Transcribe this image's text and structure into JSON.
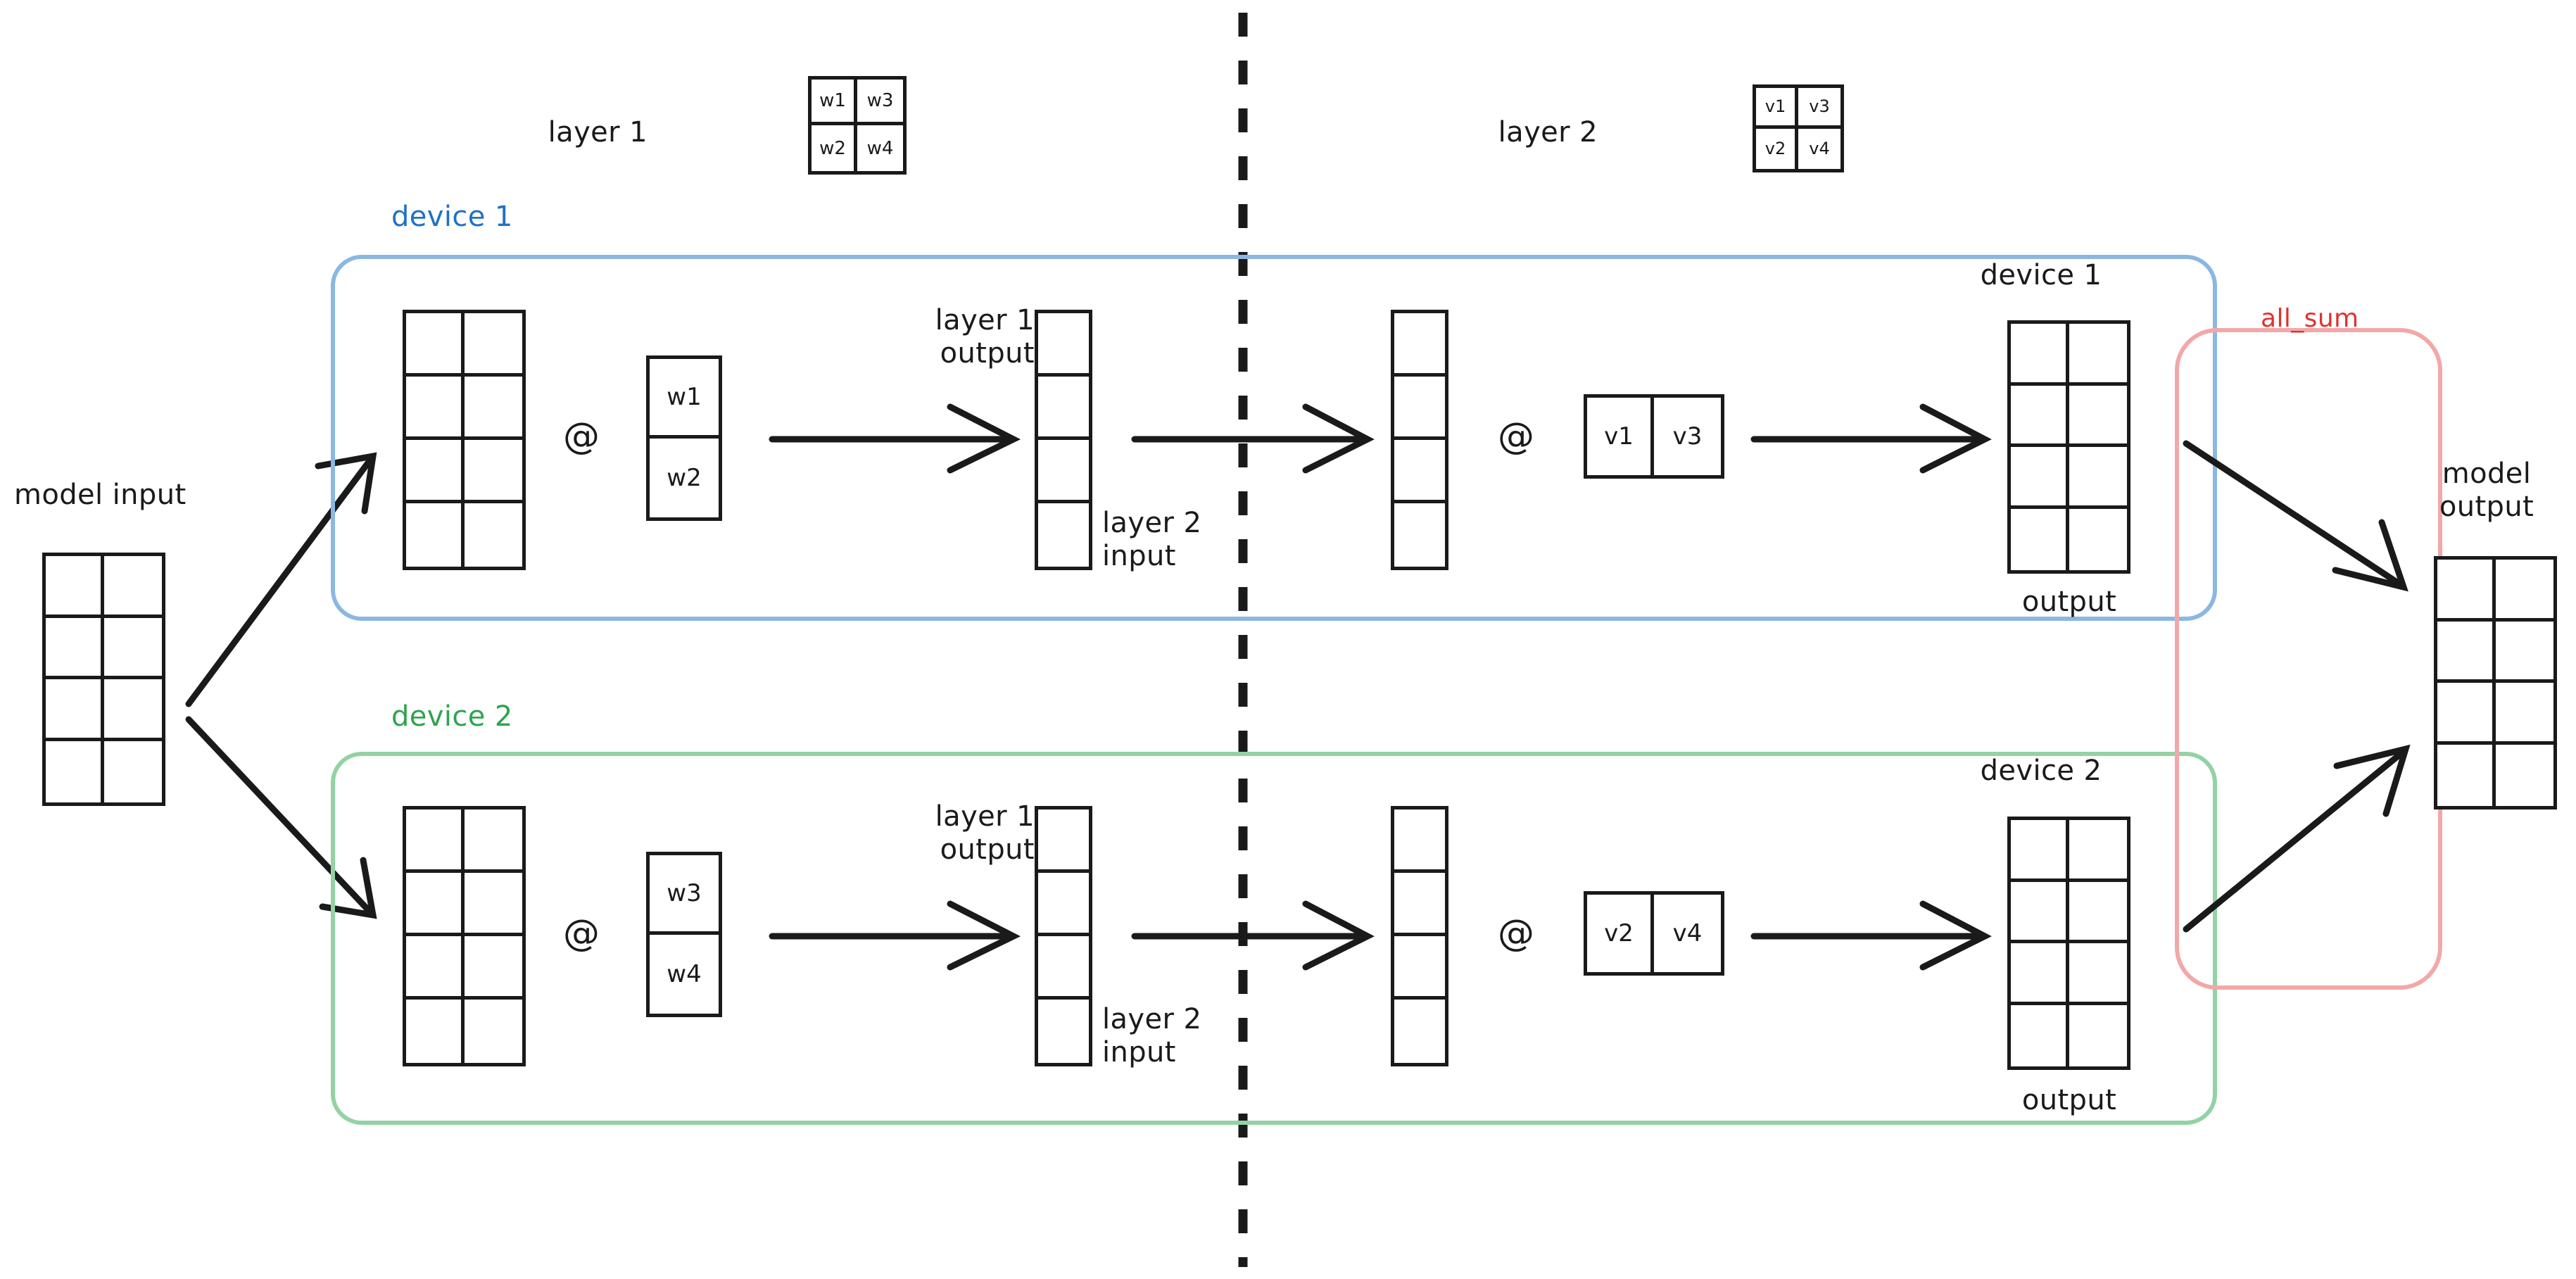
{
  "diagram": {
    "title": "tensor-parallel two-layer MLP across two devices",
    "colors": {
      "device1_label": "#1f72c4",
      "device1_border": "#8bb8e2",
      "device2_label": "#2ea44f",
      "device2_border": "#93d2a4",
      "allsum_label": "#e03131",
      "allsum_border": "#f2a8a8",
      "ink": "#1a1a1a",
      "background": "#ffffff"
    },
    "labels": {
      "model_input": "model input",
      "model_output": "model\noutput",
      "layer1": "layer 1",
      "layer2": "layer 2",
      "device1": "device 1",
      "device2": "device 2",
      "all_sum": "all_sum",
      "layer1_output": "layer 1\noutput",
      "layer2_input": "layer 2\ninput",
      "output": "output",
      "matmul": "@"
    },
    "weights": {
      "layer1_matrix": [
        [
          "w1",
          "w3"
        ],
        [
          "w2",
          "w4"
        ]
      ],
      "layer2_matrix": [
        [
          "v1",
          "v3"
        ],
        [
          "v2",
          "v4"
        ]
      ],
      "device1_layer1_shard": [
        "w1",
        "w2"
      ],
      "device2_layer1_shard": [
        "w3",
        "w4"
      ],
      "device1_layer2_shard": [
        "v1",
        "v3"
      ],
      "device2_layer2_shard": [
        "v2",
        "v4"
      ]
    },
    "tensors": {
      "model_input_shape": "4x2",
      "device_input_shape": "4x2",
      "layer1_output_shape": "4x1",
      "layer2_input_shape": "4x1",
      "device_output_shape": "4x2",
      "model_output_shape": "4x2"
    }
  }
}
